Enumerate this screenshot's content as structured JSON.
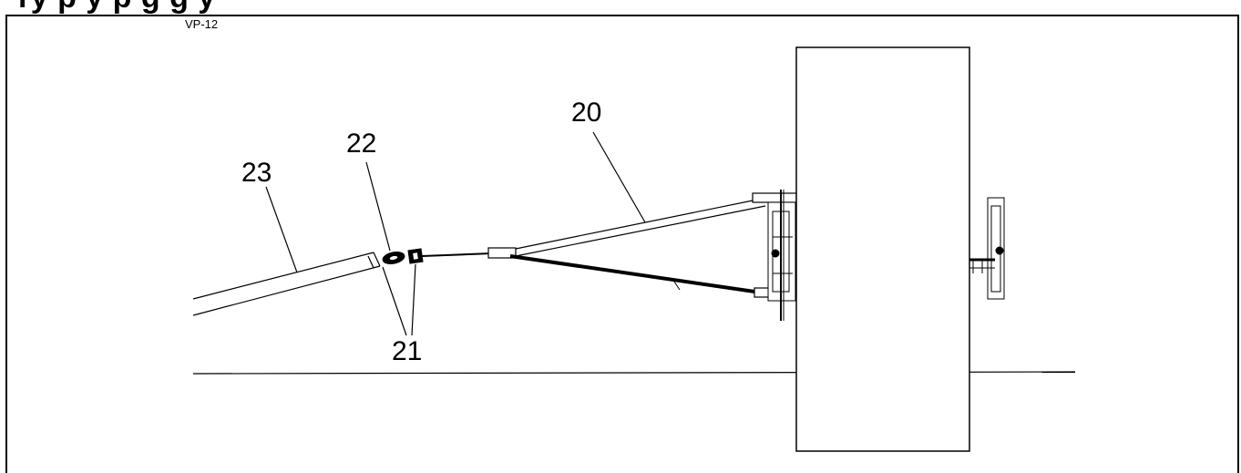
{
  "header": {
    "cut_title": "ry               p   y   p   g        g       y"
  },
  "figure_id": "VP-12",
  "callouts": {
    "c20": "20",
    "c21": "21",
    "c22": "22",
    "c23": "23"
  },
  "colors": {
    "line": "#000000",
    "background": "#ffffff"
  }
}
